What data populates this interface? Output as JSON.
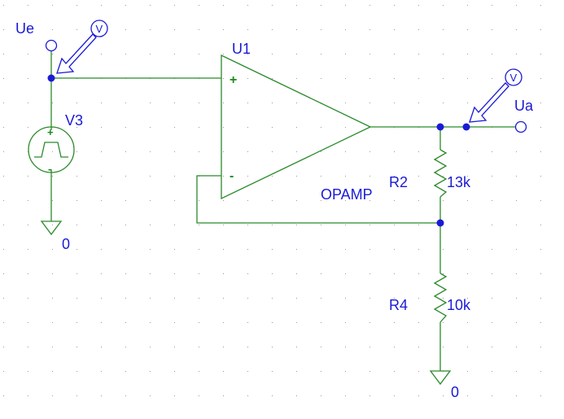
{
  "schematic": {
    "grid_color": "#9a9a9a",
    "wire_color": "#2a8a2a",
    "label_color": "#1a1ad6",
    "opamp": {
      "ref": "U1",
      "model": "OPAMP",
      "plus_pin": "+",
      "minus_pin": "-"
    },
    "source": {
      "ref": "V3",
      "plus_pin": "+",
      "minus_pin": "-",
      "icon": "pulse-source-icon"
    },
    "resistors": [
      {
        "ref": "R2",
        "value": "13k"
      },
      {
        "ref": "R4",
        "value": "10k"
      }
    ],
    "nets": {
      "input": "Ue",
      "output": "Ua"
    },
    "grounds": [
      {
        "label": "0"
      },
      {
        "label": "0"
      }
    ],
    "probes": [
      {
        "label": "V"
      },
      {
        "label": "V"
      }
    ]
  }
}
